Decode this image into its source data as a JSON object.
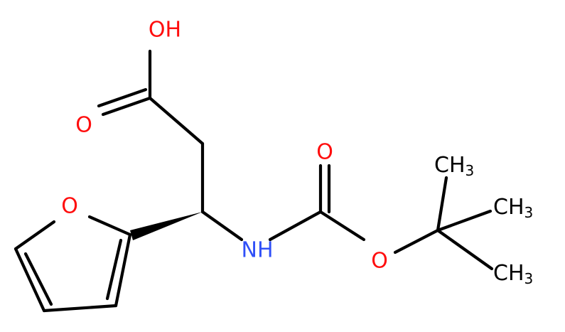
{
  "atoms": {
    "hydroxyl": "OH",
    "carbonyl_oxygen_acid": "O",
    "carbonyl_oxygen_boc": "O",
    "furan_oxygen": "O",
    "amine": "NH",
    "ester_oxygen": "O",
    "methyl_top": {
      "main": "CH",
      "sub": "3"
    },
    "methyl_mid": {
      "main": "CH",
      "sub": "3"
    },
    "methyl_bot": {
      "main": "CH",
      "sub": "3"
    }
  },
  "colors": {
    "bond": "#000000",
    "oxygen": "#ff0d0d",
    "nitrogen": "#3050f8",
    "carbon": "#000000"
  }
}
